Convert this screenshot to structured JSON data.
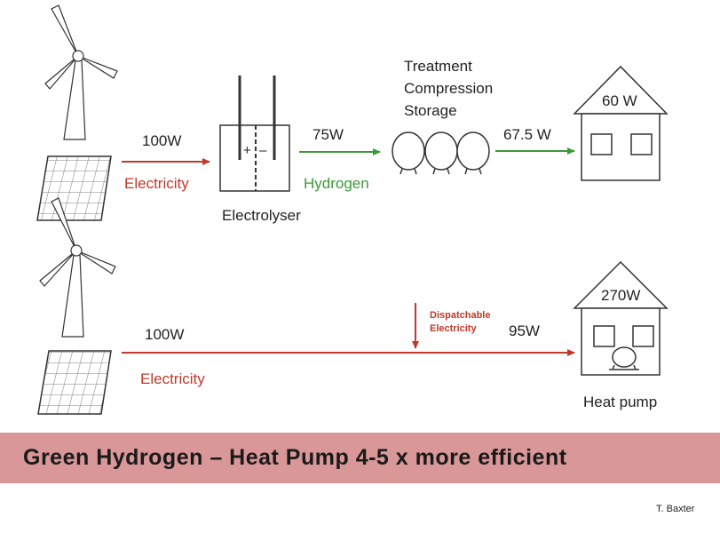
{
  "top_path": {
    "power_in": "100W",
    "electricity": "Electricity",
    "electrolyser": "Electrolyser",
    "plus_sign": "+",
    "minus_sign": "–",
    "hydrogen_power": "75W",
    "hydrogen": "Hydrogen",
    "processing": [
      "Treatment",
      "Compression",
      "Storage"
    ],
    "delivered_power": "67.5 W",
    "home_output": "60 W"
  },
  "bottom_path": {
    "power_in": "100W",
    "electricity": "Electricity",
    "dispatchable": [
      "Dispatchable",
      "Electricity"
    ],
    "delivered_power": "95W",
    "home_output": "270W",
    "heat_pump": "Heat pump"
  },
  "banner": {
    "text": "Green Hydrogen – Heat Pump 4-5 x more efficient",
    "color": "#d99797"
  },
  "credit": "T. Baxter",
  "colors": {
    "electricity": "#c0392b",
    "hydrogen": "#3a9a3a",
    "outline": "#333333"
  }
}
